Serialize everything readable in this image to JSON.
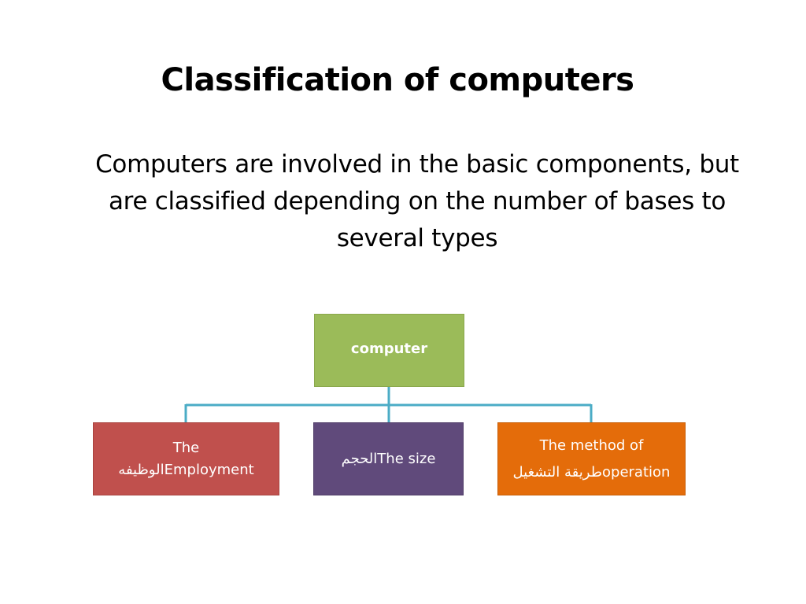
{
  "slide": {
    "title": "Classification of computers",
    "body": "Computers are involved in the basic components, but are classified depending on the number of bases to several types"
  },
  "diagram": {
    "type": "hierarchy",
    "connector_color": "#4bacc6",
    "root": {
      "label": "computer",
      "color": "#9bbb59"
    },
    "children": [
      {
        "label_line1": "The",
        "label_line2": "الوظيفهEmployment",
        "color": "#c0504d"
      },
      {
        "label": "الحجمThe size",
        "color": "#604a7b"
      },
      {
        "label_line1": "The method of",
        "label_line2": "طريقة التشغيلoperation",
        "color": "#e46c0a"
      }
    ]
  }
}
